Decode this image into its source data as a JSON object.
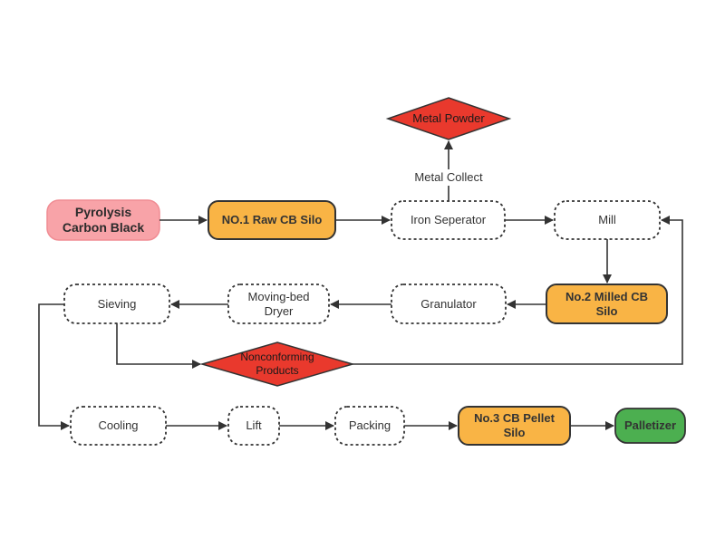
{
  "nodes": {
    "pyrolysis": "Pyrolysis\nCarbon Black",
    "raw_silo": "NO.1 Raw CB Silo",
    "iron_separator": "Iron Seperator",
    "metal_powder": "Metal Powder",
    "metal_collect": "Metal Collect",
    "mill": "Mill",
    "milled_silo": "No.2 Milled CB\nSilo",
    "granulator": "Granulator",
    "dryer": "Moving-bed\nDryer",
    "sieving": "Sieving",
    "nonconforming": "Nonconforming\nProducts",
    "cooling": "Cooling",
    "lift": "Lift",
    "packing": "Packing",
    "pellet_silo": "No.3 CB Pellet\nSilo",
    "palletizer": "Palletizer"
  },
  "colors": {
    "pink": "#f8a3a8",
    "orange": "#f9b445",
    "green": "#4caf50",
    "red": "#e9392d",
    "stroke": "#333333"
  }
}
